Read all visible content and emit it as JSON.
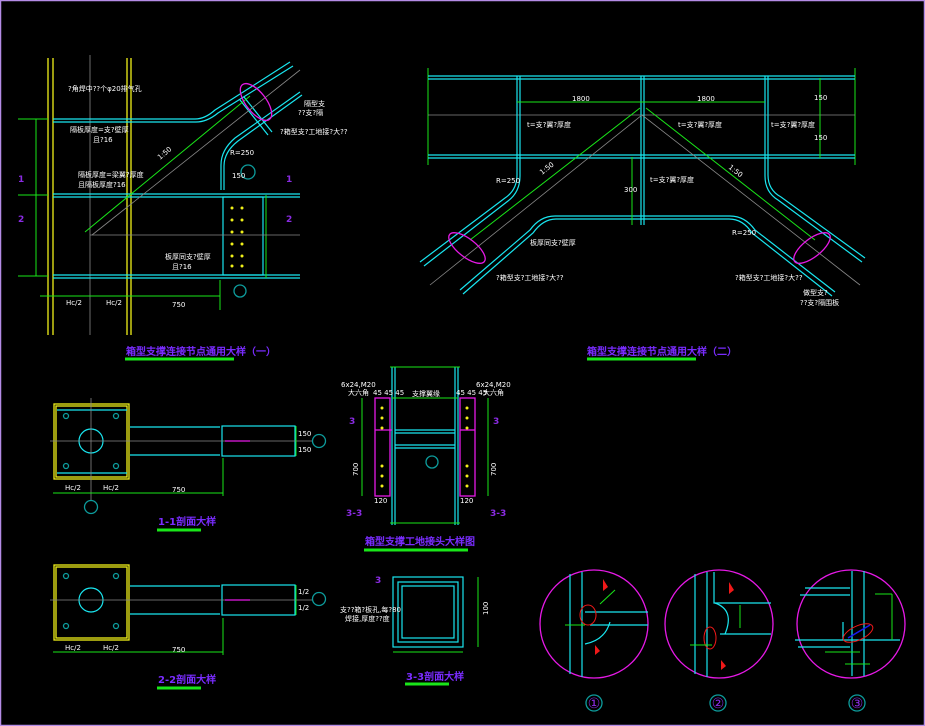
{
  "drawing": {
    "colors": {
      "background": "#000000",
      "steel": "#19e6f0",
      "dimension": "#19e619",
      "column": "#f0f019",
      "detail": "#e619e6",
      "title": "#7a2cff"
    },
    "node1": {
      "title": "箱型支撑连接节点通用大样（一）",
      "notes": [
        "?角焊中??个φ20排气孔",
        "隔板厚度=支?壁厚",
        "且?16",
        "隔板厚度=梁翼?厚度",
        "且隔板厚度?16",
        "板厚同支?壁厚",
        "且?16",
        "?箱型支?工地接?大??",
        "隔型支",
        "??支?隔"
      ],
      "dims": [
        "Hc/2",
        "Hc/2",
        "750",
        "1:50",
        "R=250",
        "150"
      ],
      "section_marks": [
        "1",
        "1",
        "2",
        "2"
      ]
    },
    "node2": {
      "title": "箱型支撑连接节点通用大样（二）",
      "notes": [
        "t=支?翼?厚度",
        "t=支?翼?厚度",
        "t=支?翼?厚度",
        "t=支?翼?厚度",
        "板厚同支?壁厚",
        "?箱型支?工地接?大??",
        "?箱型支?工地接?大??",
        "做型支?",
        "??支?隔围板"
      ],
      "dims": [
        "1800",
        "1800",
        "1:50",
        "1:50",
        "R=250",
        "R=250",
        "150",
        "150",
        "300"
      ]
    },
    "section11": {
      "title": "1-1剖面大样",
      "dims": [
        "Hc/2",
        "Hc/2",
        "750",
        "150",
        "150"
      ]
    },
    "section22": {
      "title": "2-2剖面大样",
      "dims": [
        "Hc/2",
        "Hc/2",
        "750",
        "1/2",
        "1/2"
      ]
    },
    "section33": {
      "title": "3-3剖面大样",
      "notes": [
        "支??箱?板孔,每?80",
        "焊接,厚度??度"
      ],
      "dims": [
        "100"
      ]
    },
    "joint": {
      "title": "箱型支撑工地接头大样图",
      "notes": [
        "6x24,M20",
        "大六角",
        "6x24,M20",
        "大六角",
        "支撑翼缘"
      ],
      "dims": [
        "700",
        "700",
        "120",
        "120",
        "45 45 45",
        "45 45 45"
      ],
      "section_marks": [
        "3",
        "3",
        "3-3",
        "3-3"
      ]
    },
    "details": [
      {
        "label": "①"
      },
      {
        "label": "②"
      },
      {
        "label": "③"
      }
    ]
  }
}
